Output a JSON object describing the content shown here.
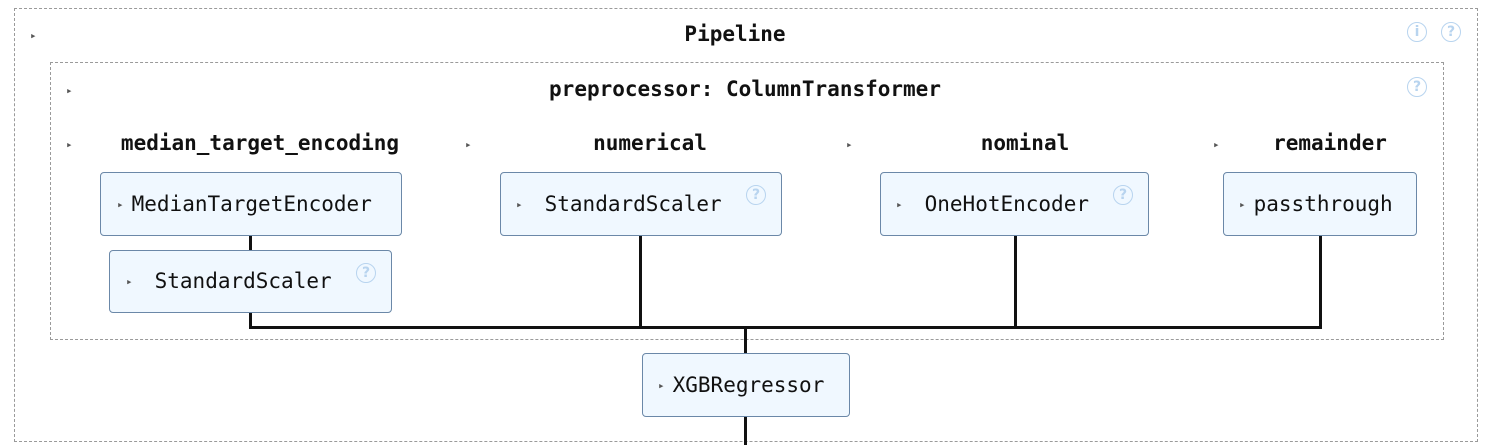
{
  "pipeline": {
    "title": "Pipeline",
    "info_icon": "info-icon",
    "help_icon": "help-icon"
  },
  "preprocessor": {
    "title": "preprocessor: ColumnTransformer",
    "branches": [
      {
        "name": "median_target_encoding",
        "steps": [
          "MedianTargetEncoder",
          "StandardScaler"
        ]
      },
      {
        "name": "numerical",
        "steps": [
          "StandardScaler"
        ]
      },
      {
        "name": "nominal",
        "steps": [
          "OneHotEncoder"
        ]
      },
      {
        "name": "remainder",
        "steps": [
          "passthrough"
        ]
      }
    ]
  },
  "final_step": {
    "label": "XGBRegressor"
  },
  "icons": {
    "info": "ⓘ",
    "help": "?"
  },
  "colors": {
    "estimator_bg": "#f0f8ff",
    "estimator_border": "#6b88a8",
    "help_icon": "#b8d4ef"
  }
}
